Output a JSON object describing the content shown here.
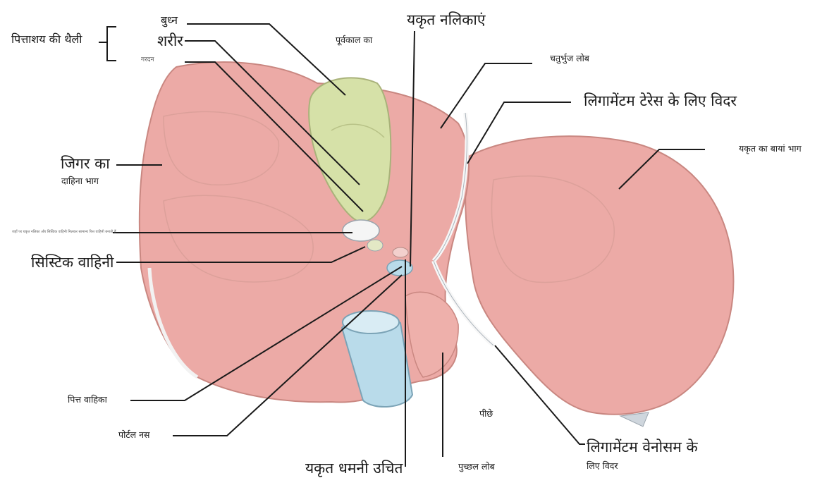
{
  "labels": {
    "gallbladder": "पित्ताशय की थैली",
    "fundus": "बुध्न",
    "body": "शरीर",
    "neck": "गरदन",
    "anterior": "पूर्वकाल का",
    "hepatic_ducts": "यकृत नलिकाएं",
    "quadrate_lobe": "चतुर्भुज लोब",
    "fissure_lig_teres": "लिगामेंटम टेरेस के लिए विदर",
    "left_lobe": "यकृत का बायां भाग",
    "right_lobe_1": "जिगर का",
    "right_lobe_2": "दाहिना भाग",
    "tiny_note": "जहाँ पर यकृत नलिका और सिस्टिक वाहिनी मिलकर सामान्य पित्त वाहिनी बनाती हैं",
    "cystic_duct": "सिस्टिक वाहिनी",
    "bile_duct": "पित्त वाहिका",
    "portal_vein": "पोर्टल नस",
    "hepatic_artery": "यकृत धमनी उचित",
    "posterior": "पीछे",
    "caudate_lobe": "पुच्छल लोब",
    "fissure_lig_venosum_1": "लिगामेंटम वेनोसम के",
    "fissure_lig_venosum_2": "लिए विदर"
  },
  "colors": {
    "liver": "#ecaaa6",
    "liver_edge": "#c98781",
    "gallbladder": "#d6e1a8",
    "ivc": "#b9dbea",
    "leader": "#1a1a1a"
  }
}
